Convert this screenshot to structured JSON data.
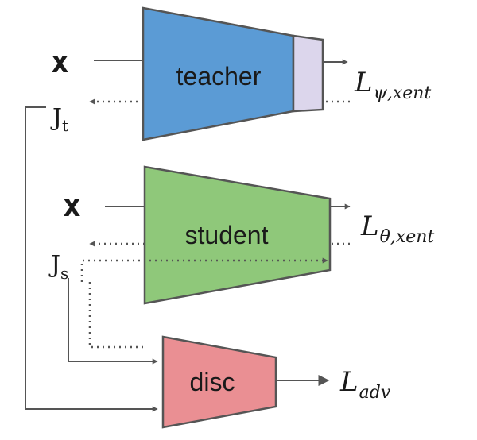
{
  "teacher": {
    "label": "teacher",
    "input": "x",
    "loss_main": "L",
    "loss_sub_greek": "ψ",
    "loss_sub_text": ",xent",
    "grad_main": "J",
    "grad_sub": "t"
  },
  "student": {
    "label": "student",
    "input": "x",
    "loss_main": "L",
    "loss_sub_greek": "θ",
    "loss_sub_text": ",xent",
    "grad_main": "J",
    "grad_sub": "s"
  },
  "disc": {
    "label": "disc",
    "loss_main": "L",
    "loss_sub": "adv"
  },
  "colors": {
    "teacher": "#5b9bd5",
    "teacher_head": "#dcd6ec",
    "student": "#8fc87a",
    "disc": "#ea8f93",
    "line": "#555555"
  }
}
